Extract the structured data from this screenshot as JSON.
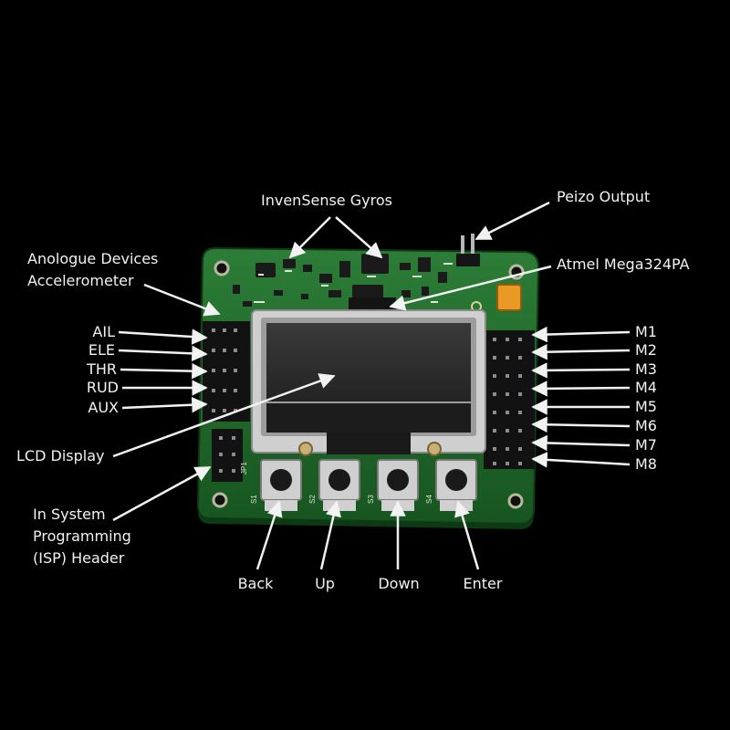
{
  "labels": {
    "invensense_gyros": "InvenSense Gyros",
    "peizo_output": "Peizo Output",
    "accelerometer": "Anologue Devices\nAccelerometer",
    "atmel": "Atmel Mega324PA",
    "lcd_display": "LCD Display",
    "isp_header": "In System\nProgramming\n(ISP) Header",
    "inputs": [
      "AIL",
      "ELE",
      "THR",
      "RUD",
      "AUX"
    ],
    "outputs": [
      "M1",
      "M2",
      "M3",
      "M4",
      "M5",
      "M6",
      "M7",
      "M8"
    ],
    "buttons": [
      "Back",
      "Up",
      "Down",
      "Enter"
    ]
  },
  "silkscreen": {
    "buttons": [
      "S1",
      "S2",
      "S3",
      "S4"
    ],
    "header": "JP1"
  },
  "colors": {
    "background": "#000000",
    "pcb": "#1f6b2c",
    "lcd": "#2b2b2b",
    "label": "#f2f2f2"
  }
}
